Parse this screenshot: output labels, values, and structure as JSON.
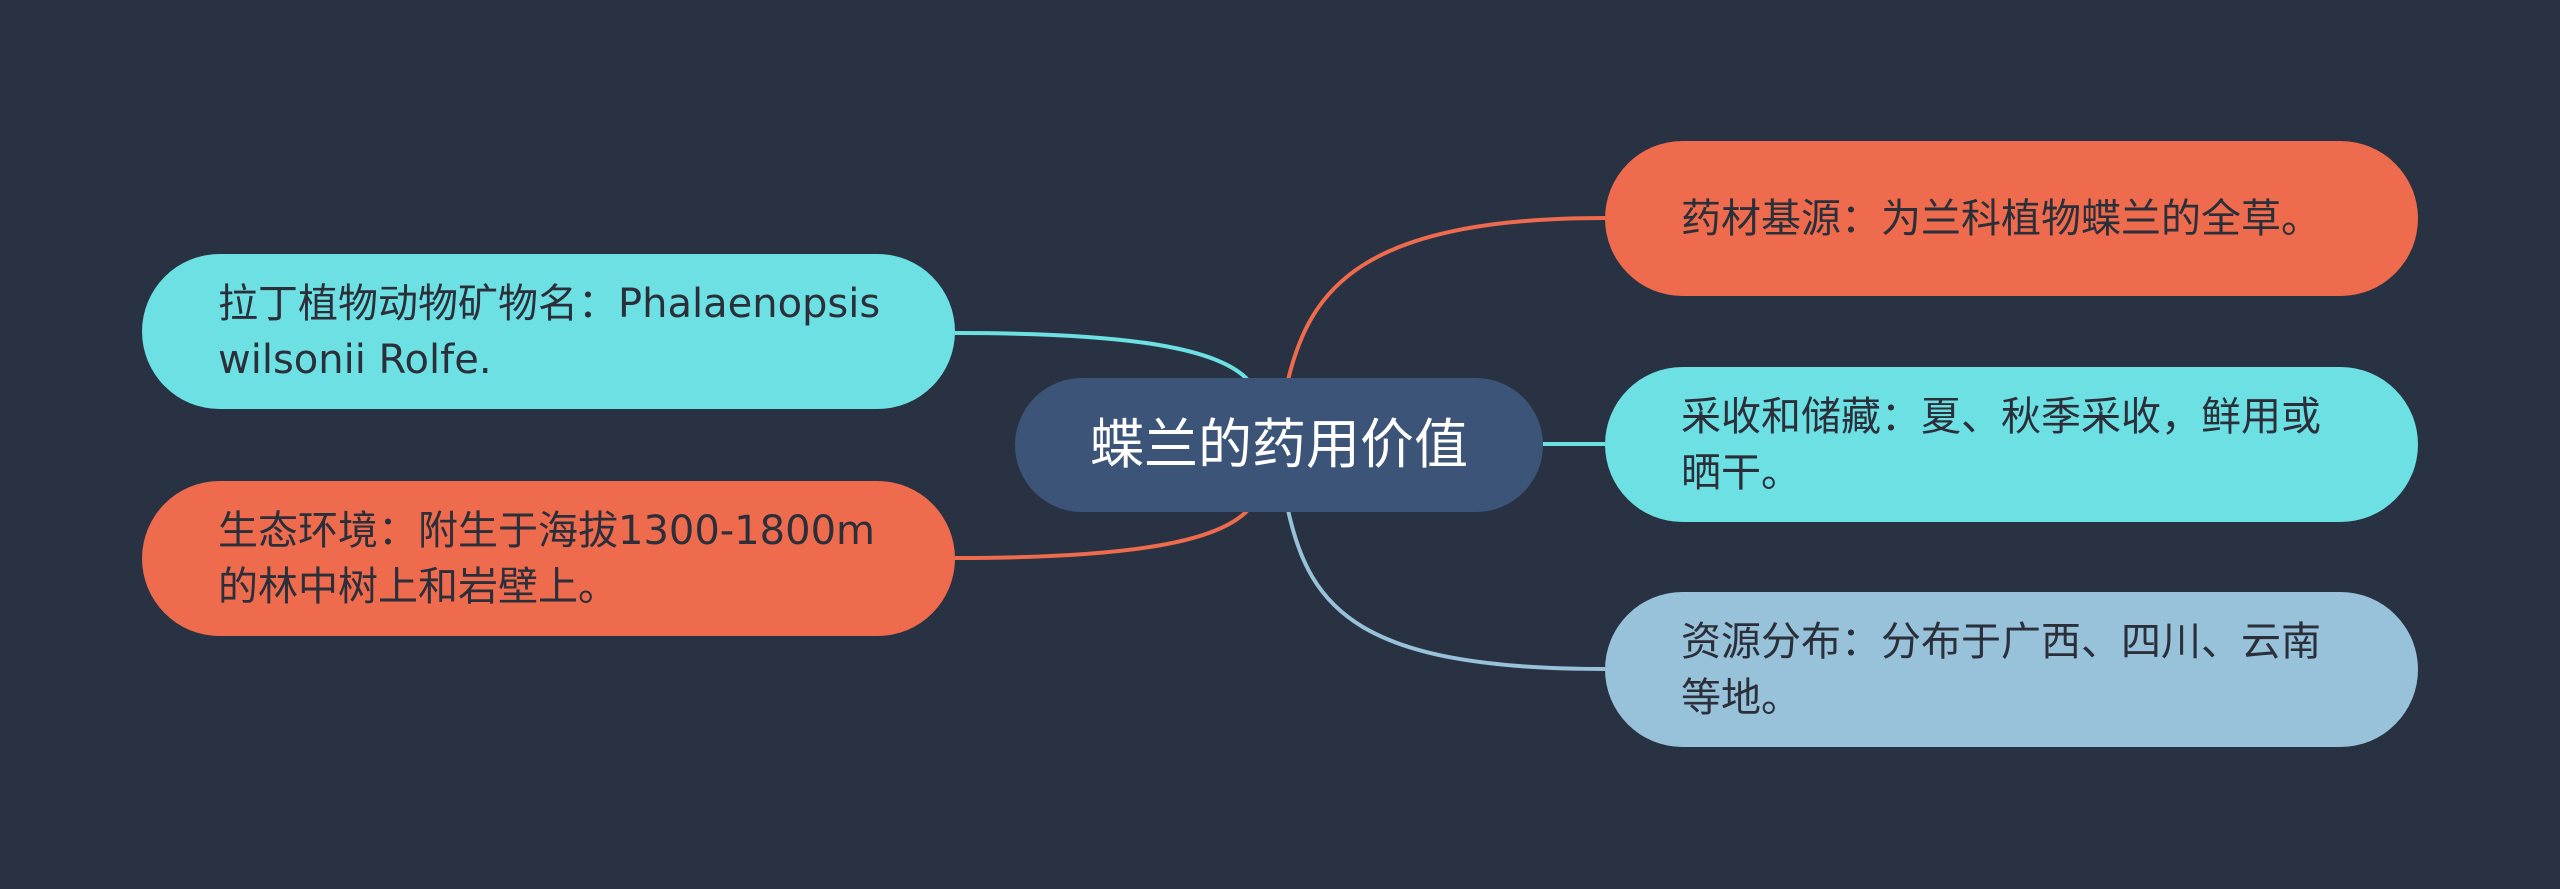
{
  "center": {
    "label": "蝶兰的药用价值",
    "color": "#3b5478"
  },
  "nodes": [
    {
      "id": "latin-name",
      "label": "拉丁植物动物矿物名：Phalaenopsis wilsonii Rolfe.",
      "color": "#6ce0e3",
      "line_color": "#6ce0e3"
    },
    {
      "id": "habitat",
      "label": "生态环境：附生于海拔1300-1800m的林中树上和岩壁上。",
      "color": "#ee6b4d",
      "line_color": "#ee6b4d"
    },
    {
      "id": "source",
      "label": "药材基源：为兰科植物蝶兰的全草。",
      "color": "#ee6b4d",
      "line_color": "#ee6b4d"
    },
    {
      "id": "harvest",
      "label": "采收和储藏：夏、秋季采收，鲜用或晒干。",
      "color": "#6ce0e3",
      "line_color": "#6ce0e3"
    },
    {
      "id": "distribution",
      "label": "资源分布：分布于广西、四川、云南等地。",
      "color": "#97c2da",
      "line_color": "#97c2da"
    }
  ],
  "background": "#283242"
}
